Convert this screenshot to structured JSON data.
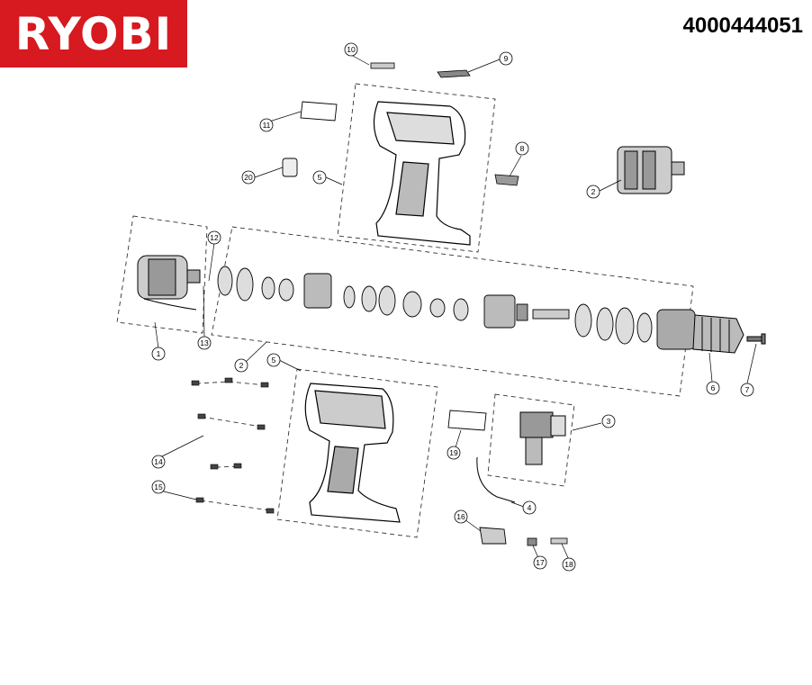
{
  "brand": {
    "logo_text": "RYOBI",
    "logo_color": "#d71920"
  },
  "part_number": "4000444051",
  "callouts": [
    "1",
    "2",
    "2",
    "3",
    "4",
    "5",
    "5",
    "6",
    "7",
    "8",
    "9",
    "10",
    "11",
    "12",
    "13",
    "14",
    "15",
    "16",
    "17",
    "18",
    "19",
    "20"
  ]
}
